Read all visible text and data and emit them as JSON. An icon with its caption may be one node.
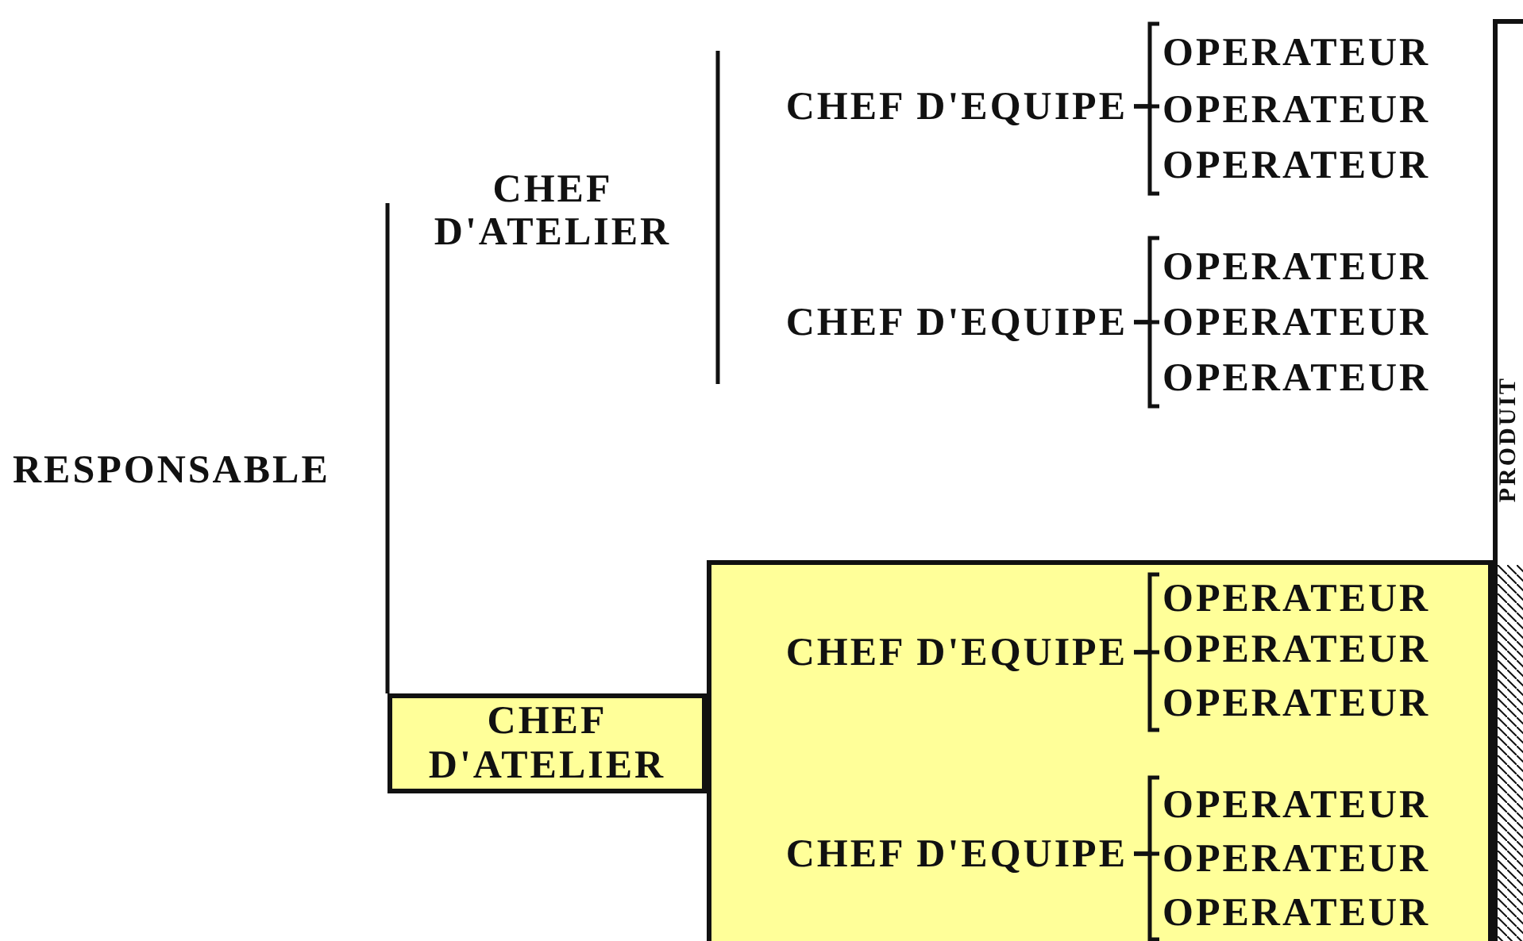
{
  "diagram": {
    "nodes": [
      {
        "text": [
          "RESPONSABLE"
        ]
      },
      {
        "text": [
          "CHEF D'ATELIER"
        ]
      },
      {
        "text": [
          "CHEF D'EQUIPE"
        ]
      },
      {
        "text": [
          "OPERATEUR"
        ]
      },
      {
        "text": [
          "OPERATEUR"
        ]
      },
      {
        "text": [
          "OPERATEUR"
        ]
      },
      {
        "text": [
          "CHEF D'EQUIPE"
        ]
      },
      {
        "text": [
          "OPERATEUR"
        ]
      },
      {
        "text": [
          "OPERATEUR"
        ]
      },
      {
        "text": [
          "OPERATEUR"
        ]
      },
      {
        "text": [
          "PRODUIT"
        ]
      },
      {
        "text": [],
        "shape": "box"
      },
      {
        "text": [
          "CHEF D'EQUIPE"
        ],
        "in": 11
      },
      {
        "text": [
          "OPERATEUR"
        ],
        "in": 11
      },
      {
        "text": [
          "OPERATEUR"
        ],
        "in": 11
      },
      {
        "text": [
          "OPERATEUR"
        ],
        "in": 11
      },
      {
        "text": [
          "CHEF D'EQUIPE"
        ],
        "in": 11
      },
      {
        "text": [
          "OPERATEUR"
        ],
        "in": 11
      },
      {
        "text": [
          "OPERATEUR"
        ],
        "in": 11
      },
      {
        "text": [
          "OPERATEUR"
        ],
        "in": 11
      },
      {
        "text": [
          "CHEF D'ATELIER"
        ]
      }
    ],
    "edges": [
      {
        "from": 0,
        "to": 1,
        "arrow": "none"
      },
      {
        "from": 0,
        "to": 20,
        "arrow": "none"
      },
      {
        "from": 1,
        "to": 2,
        "arrow": "none"
      },
      {
        "from": 1,
        "to": 6,
        "arrow": "none"
      },
      {
        "from": 2,
        "to": 3,
        "arrow": "none"
      },
      {
        "from": 2,
        "to": 4,
        "arrow": "none"
      },
      {
        "from": 2,
        "to": 5,
        "arrow": "none"
      },
      {
        "from": 6,
        "to": 7,
        "arrow": "none"
      },
      {
        "from": 6,
        "to": 8,
        "arrow": "none"
      },
      {
        "from": 6,
        "to": 9,
        "arrow": "none"
      },
      {
        "from": 12,
        "to": 13,
        "arrow": "none"
      },
      {
        "from": 12,
        "to": 14,
        "arrow": "none"
      },
      {
        "from": 12,
        "to": 15,
        "arrow": "none"
      },
      {
        "from": 16,
        "to": 17,
        "arrow": "none"
      },
      {
        "from": 16,
        "to": 18,
        "arrow": "none"
      },
      {
        "from": 16,
        "to": 19,
        "arrow": "none"
      }
    ]
  }
}
